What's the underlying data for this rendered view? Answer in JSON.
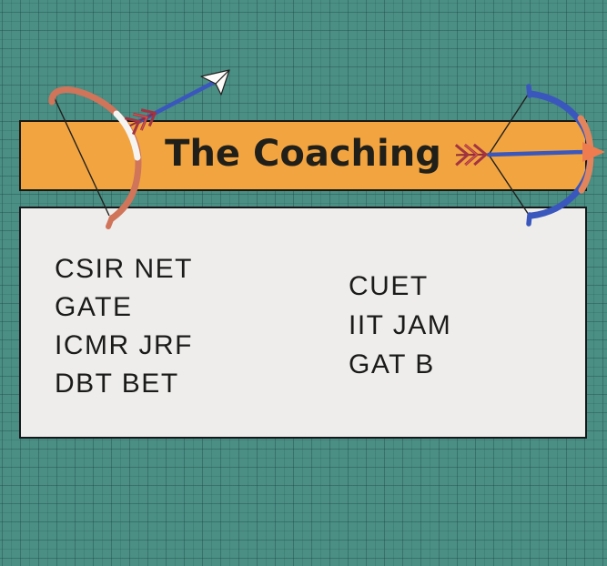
{
  "banner": {
    "title": "The Coaching"
  },
  "panel": {
    "left_column": [
      "CSIR NET",
      "GATE",
      "ICMR JRF",
      "DBT BET"
    ],
    "right_column": [
      "CUET",
      "IIT JAM",
      "GAT B"
    ]
  },
  "illustrations": {
    "left": "bow-and-arrow-shooting-up-right",
    "right": "bow-and-arrow-pointing-right"
  },
  "colors": {
    "background_teal": "#4a8e84",
    "grid_line": "#3c7a70",
    "banner_orange": "#f2a440",
    "panel_gray": "#eeedeb",
    "text_dark": "#1b1b1a",
    "bow_coral": "#d0745a",
    "bow_blue": "#3a57bd",
    "arrowhead_orange": "#ef7c4e",
    "fletching_red": "#a23442",
    "outline_black": "#20201e"
  }
}
